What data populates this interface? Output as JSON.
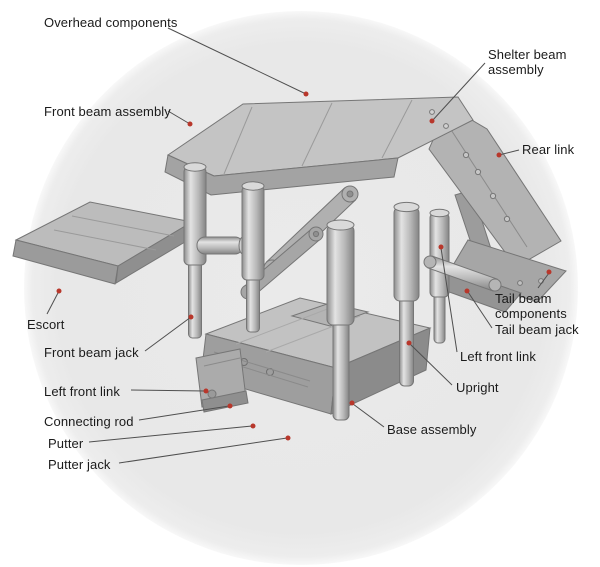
{
  "diagram": {
    "background_circle_color": "#e9e9e9",
    "leader_line_color": "#4f4f4f",
    "marker_color": "#b8372b",
    "machine_base_gray": "#b3b3b3",
    "labels": [
      {
        "id": "overhead-components",
        "text": "Overhead components"
      },
      {
        "id": "shelter-beam-assembly",
        "text": "Shelter beam assembly"
      },
      {
        "id": "front-beam-assembly",
        "text": "Front beam assembly"
      },
      {
        "id": "rear-link",
        "text": "Rear link"
      },
      {
        "id": "escort",
        "text": "Escort"
      },
      {
        "id": "front-beam-jack",
        "text": "Front beam jack"
      },
      {
        "id": "left-front-link-left",
        "text": "Left front link"
      },
      {
        "id": "connecting-rod",
        "text": "Connecting rod"
      },
      {
        "id": "putter",
        "text": "Putter"
      },
      {
        "id": "putter-jack",
        "text": "Putter jack"
      },
      {
        "id": "tail-beam-components",
        "text": "Tail beam components"
      },
      {
        "id": "tail-beam-jack",
        "text": "Tail beam jack"
      },
      {
        "id": "left-front-link-right",
        "text": "Left front link"
      },
      {
        "id": "upright",
        "text": "Upright"
      },
      {
        "id": "base-assembly",
        "text": "Base assembly"
      }
    ]
  }
}
